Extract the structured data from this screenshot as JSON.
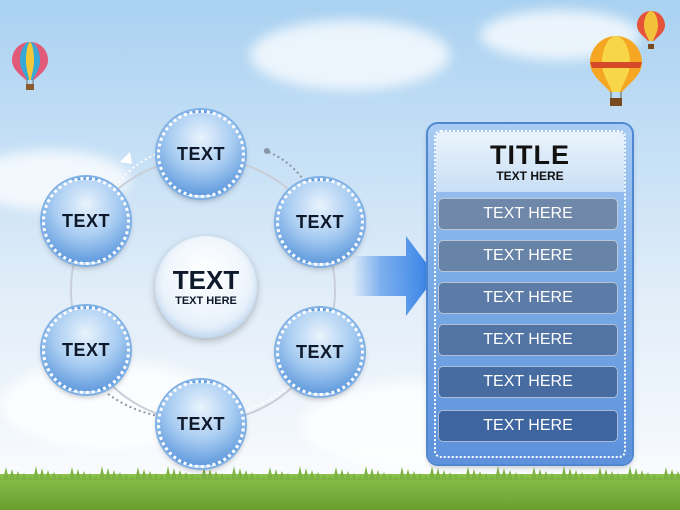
{
  "cycle": {
    "nodes": [
      {
        "label": "TEXT"
      },
      {
        "label": "TEXT"
      },
      {
        "label": "TEXT"
      },
      {
        "label": "TEXT"
      },
      {
        "label": "TEXT"
      },
      {
        "label": "TEXT"
      }
    ],
    "center": {
      "title": "TEXT",
      "subtitle": "TEXT HERE"
    }
  },
  "panel": {
    "title": "TITLE",
    "subtitle": "TEXT HERE",
    "items": [
      {
        "label": "TEXT HERE",
        "color": "#6f87a8"
      },
      {
        "label": "TEXT HERE",
        "color": "#6783a8"
      },
      {
        "label": "TEXT HERE",
        "color": "#5c7ba6"
      },
      {
        "label": "TEXT HERE",
        "color": "#5174a4"
      },
      {
        "label": "TEXT HERE",
        "color": "#476ca2"
      },
      {
        "label": "TEXT HERE",
        "color": "#3e65a0"
      }
    ]
  },
  "colors": {
    "node_blue": "#5c97dc",
    "arrow_blue": "#3a86e6",
    "panel_blue": "#7eaee8",
    "grass_green": "#7cb342"
  }
}
